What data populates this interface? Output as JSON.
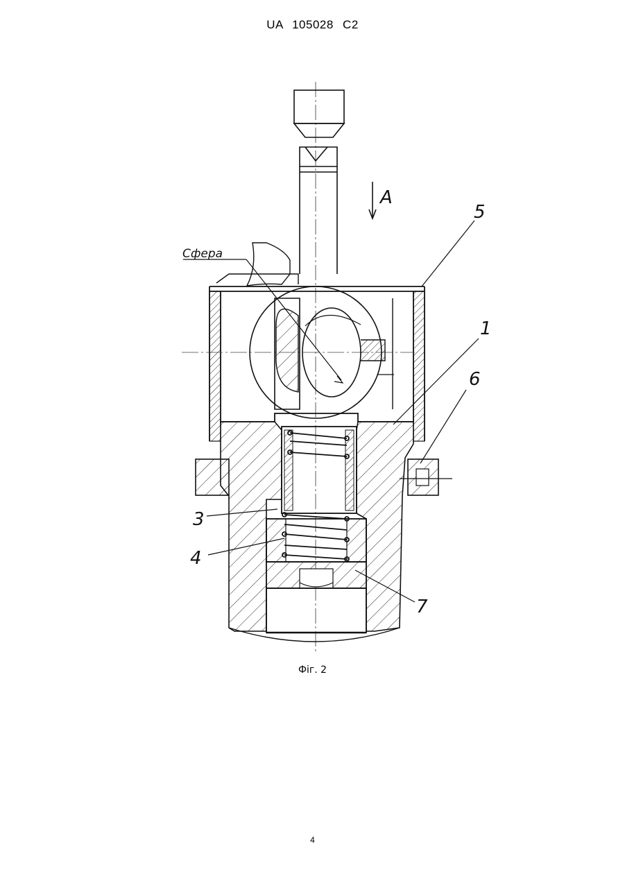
{
  "header": {
    "text": "UA 105028 C2"
  },
  "figure": {
    "caption": "Фіг. 2",
    "labels": {
      "sphere": "Сфера",
      "direction": "A",
      "part_1": "1",
      "part_3": "3",
      "part_4": "4",
      "part_5": "5",
      "part_6": "6",
      "part_7": "7"
    }
  },
  "footer": {
    "page_number": "4"
  }
}
